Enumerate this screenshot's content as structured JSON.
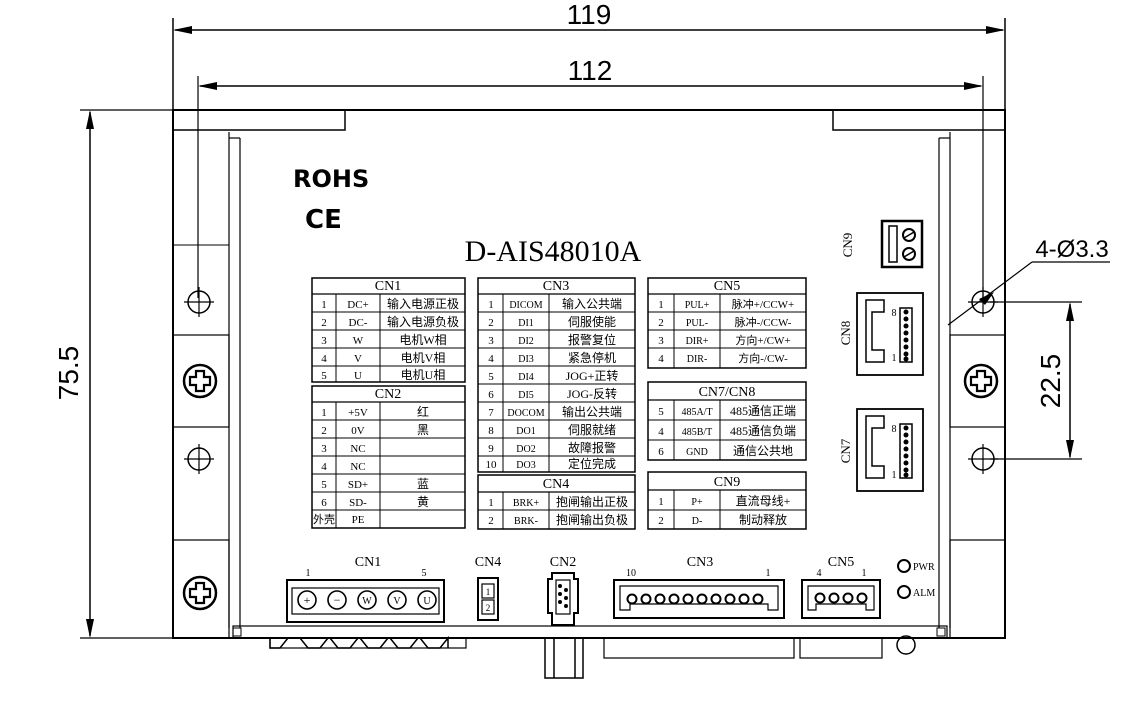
{
  "dimensions": {
    "overall_width": "119",
    "mount_width": "112",
    "height": "75.5",
    "rj45_spacing": "22.5",
    "hole_spec": "4-Ø3.3"
  },
  "marks": {
    "rohs": "ROHS",
    "ce": "CE",
    "model": "D-AIS48010A"
  },
  "tables": {
    "cn1": {
      "title": "CN1",
      "rows": [
        [
          "1",
          "DC+",
          "输入电源正极"
        ],
        [
          "2",
          "DC-",
          "输入电源负极"
        ],
        [
          "3",
          "W",
          "电机W相"
        ],
        [
          "4",
          "V",
          "电机V相"
        ],
        [
          "5",
          "U",
          "电机U相"
        ]
      ]
    },
    "cn2": {
      "title": "CN2",
      "rows": [
        [
          "1",
          "+5V",
          "红"
        ],
        [
          "2",
          "0V",
          "黑"
        ],
        [
          "3",
          "NC",
          ""
        ],
        [
          "4",
          "NC",
          ""
        ],
        [
          "5",
          "SD+",
          "蓝"
        ],
        [
          "6",
          "SD-",
          "黄"
        ],
        [
          "外壳",
          "PE",
          ""
        ]
      ]
    },
    "cn3": {
      "title": "CN3",
      "rows": [
        [
          "1",
          "DICOM",
          "输入公共端"
        ],
        [
          "2",
          "DI1",
          "伺服使能"
        ],
        [
          "3",
          "DI2",
          "报警复位"
        ],
        [
          "4",
          "DI3",
          "紧急停机"
        ],
        [
          "5",
          "DI4",
          "JOG+正转"
        ],
        [
          "6",
          "DI5",
          "JOG-反转"
        ],
        [
          "7",
          "DOCOM",
          "输出公共端"
        ],
        [
          "8",
          "DO1",
          "伺服就绪"
        ],
        [
          "9",
          "DO2",
          "故障报警"
        ],
        [
          "10",
          "DO3",
          "定位完成"
        ]
      ]
    },
    "cn4": {
      "title": "CN4",
      "rows": [
        [
          "1",
          "BRK+",
          "抱闸输出正极"
        ],
        [
          "2",
          "BRK-",
          "抱闸输出负极"
        ]
      ]
    },
    "cn5": {
      "title": "CN5",
      "rows": [
        [
          "1",
          "PUL+",
          "脉冲+/CCW+"
        ],
        [
          "2",
          "PUL-",
          "脉冲-/CCW-"
        ],
        [
          "3",
          "DIR+",
          "方向+/CW+"
        ],
        [
          "4",
          "DIR-",
          "方向-/CW-"
        ]
      ]
    },
    "cn78": {
      "title": "CN7/CN8",
      "rows": [
        [
          "5",
          "485A/T",
          "485通信正端"
        ],
        [
          "4",
          "485B/T",
          "485通信负端"
        ],
        [
          "6",
          "GND",
          "通信公共地"
        ]
      ]
    },
    "cn9": {
      "title": "CN9",
      "rows": [
        [
          "1",
          "P+",
          "直流母线+"
        ],
        [
          "2",
          "D-",
          "制动释放"
        ]
      ]
    }
  },
  "connectors": {
    "cn1": {
      "label": "CN1",
      "pin_first": "1",
      "pin_last": "5",
      "symbols": [
        "+",
        "−",
        "W",
        "V",
        "U"
      ]
    },
    "cn4": {
      "label": "CN4",
      "pin_first": "1",
      "pin_last": "2"
    },
    "cn2": {
      "label": "CN2"
    },
    "cn3": {
      "label": "CN3",
      "pin_first": "10",
      "pin_last": "1"
    },
    "cn5": {
      "label": "CN5",
      "pin_first": "4",
      "pin_last": "1"
    },
    "cn7": {
      "label": "CN7",
      "pin_first": "1",
      "pin_last": "8"
    },
    "cn8": {
      "label": "CN8",
      "pin_first": "1",
      "pin_last": "8"
    },
    "cn9": {
      "label": "CN9"
    }
  },
  "leds": {
    "pwr": "PWR",
    "alm": "ALM"
  }
}
